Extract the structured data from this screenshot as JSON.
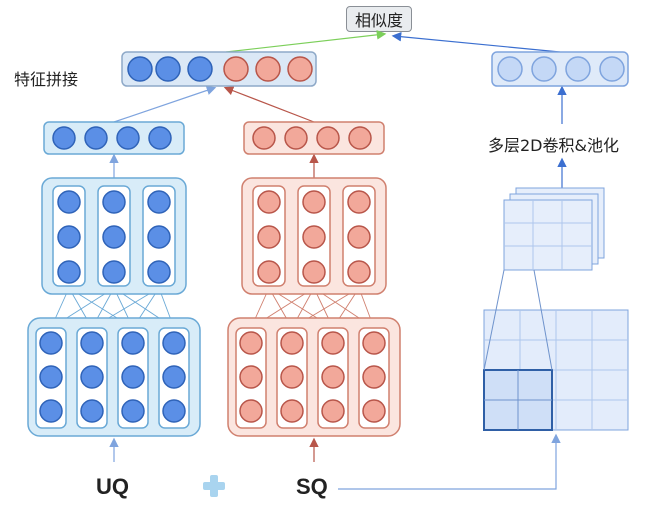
{
  "title": "相似度",
  "concat_label": "特征拼接",
  "conv_label": "多层2D卷积&池化",
  "uq_label": "UQ",
  "sq_label": "SQ",
  "colors": {
    "blue_fill": "#5b8fe6",
    "blue_stroke": "#2f63b8",
    "blue_box_fill": "#d8ecf8",
    "blue_box_stroke": "#6aa9d6",
    "red_fill": "#f2a89a",
    "red_stroke": "#b8564a",
    "red_box_fill": "#fbe5df",
    "red_box_stroke": "#d0806f",
    "light_blue_fill": "#c4d8f6",
    "light_blue_stroke": "#7fa4de",
    "green_line": "#7ccf5a",
    "plus": "#a9d4ef"
  }
}
